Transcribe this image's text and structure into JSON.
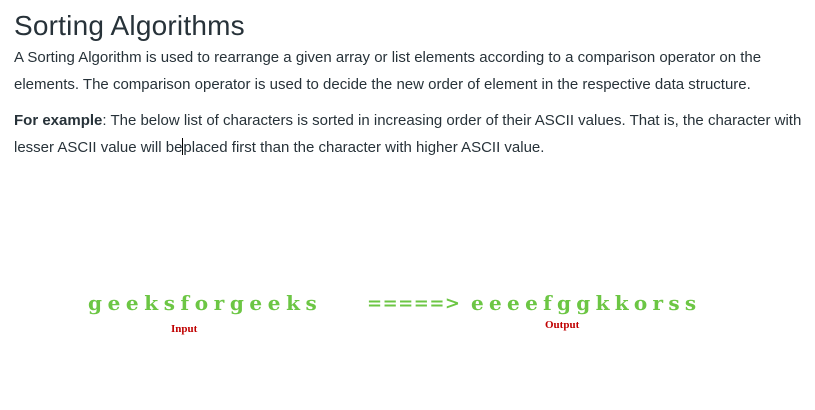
{
  "article": {
    "title": "Sorting Algorithms",
    "intro": "A Sorting Algorithm is used to rearrange a given array or list elements according to a comparison operator on the elements. The comparison operator is used to decide the new order of element in the respective data structure.",
    "example_label": "For example",
    "example_text_before_caret": ": The below list of characters is sorted in increasing order of their ASCII values. That is, the character with lesser ASCII value will be",
    "example_text_after_caret": "placed first than the character with higher ASCII value."
  },
  "figure": {
    "input_sequence": "geeksforgeeks",
    "arrow": "=====>",
    "output_sequence": "eeeefggkkorss",
    "input_label": "Input",
    "output_label": "Output",
    "sequence_color": "#6cc644",
    "label_color": "#c00000"
  }
}
